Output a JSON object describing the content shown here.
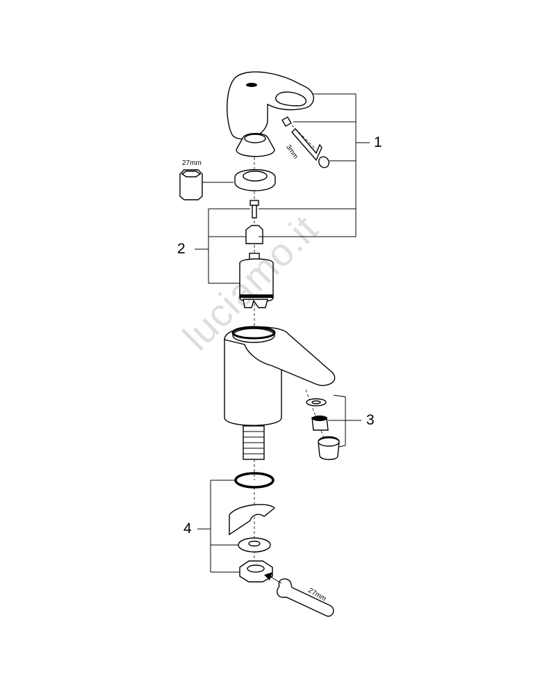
{
  "diagram": {
    "callouts": [
      {
        "id": "1",
        "label": "1"
      },
      {
        "id": "2",
        "label": "2"
      },
      {
        "id": "3",
        "label": "3"
      },
      {
        "id": "4",
        "label": "4"
      }
    ],
    "tool_labels": {
      "socket": "27mm",
      "hex_key": "3mm",
      "wrench": "27mm"
    },
    "watermark": "luciamo.it"
  }
}
